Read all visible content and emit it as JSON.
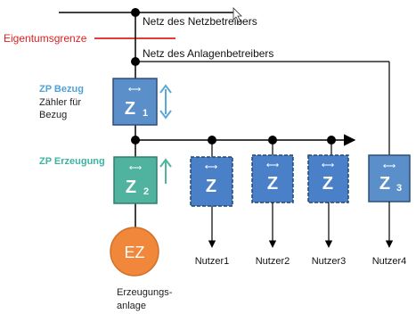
{
  "labels": {
    "netz_netzbetreiber": "Netz des Netzbetreibers",
    "eigentumsgrenze": "Eigentumsgrenze",
    "netz_anlagenbetreiber": "Netz des Anlagenbetreibers",
    "zp_bezug": "ZP Bezug",
    "zaehler_fuer": "Zähler für",
    "bezug": "Bezug",
    "zp_erzeugung": "ZP Erzeugung",
    "erzeugungs": "Erzeugungs-",
    "anlage": "anlage"
  },
  "meters": {
    "z1_letter": "Z",
    "z1_sub": "1",
    "z2_letter": "Z",
    "z2_sub": "2",
    "z3_letter": "Z",
    "z3_sub": "3",
    "z_nutzer1": "Z",
    "z_nutzer2": "Z",
    "z_nutzer3": "Z",
    "arrow_glyph": "⟷"
  },
  "generator": {
    "label": "EZ"
  },
  "consumers": {
    "nutzer1": "Nutzer1",
    "nutzer2": "Nutzer2",
    "nutzer3": "Nutzer3",
    "nutzer4": "Nutzer4"
  },
  "colors": {
    "line": "#000000",
    "red": "#e02020",
    "meter_fill": "#5b8fc9",
    "meter_dashed_fill": "#4a80c8",
    "meter_border": "#2d4f7c",
    "meter_green_fill": "#4fb3a0",
    "zp_bezug_text": "#4da3d8",
    "zp_erzeugung_text": "#3fb3a0",
    "ez_fill": "#f0873a",
    "ez_border": "#d0702a"
  }
}
